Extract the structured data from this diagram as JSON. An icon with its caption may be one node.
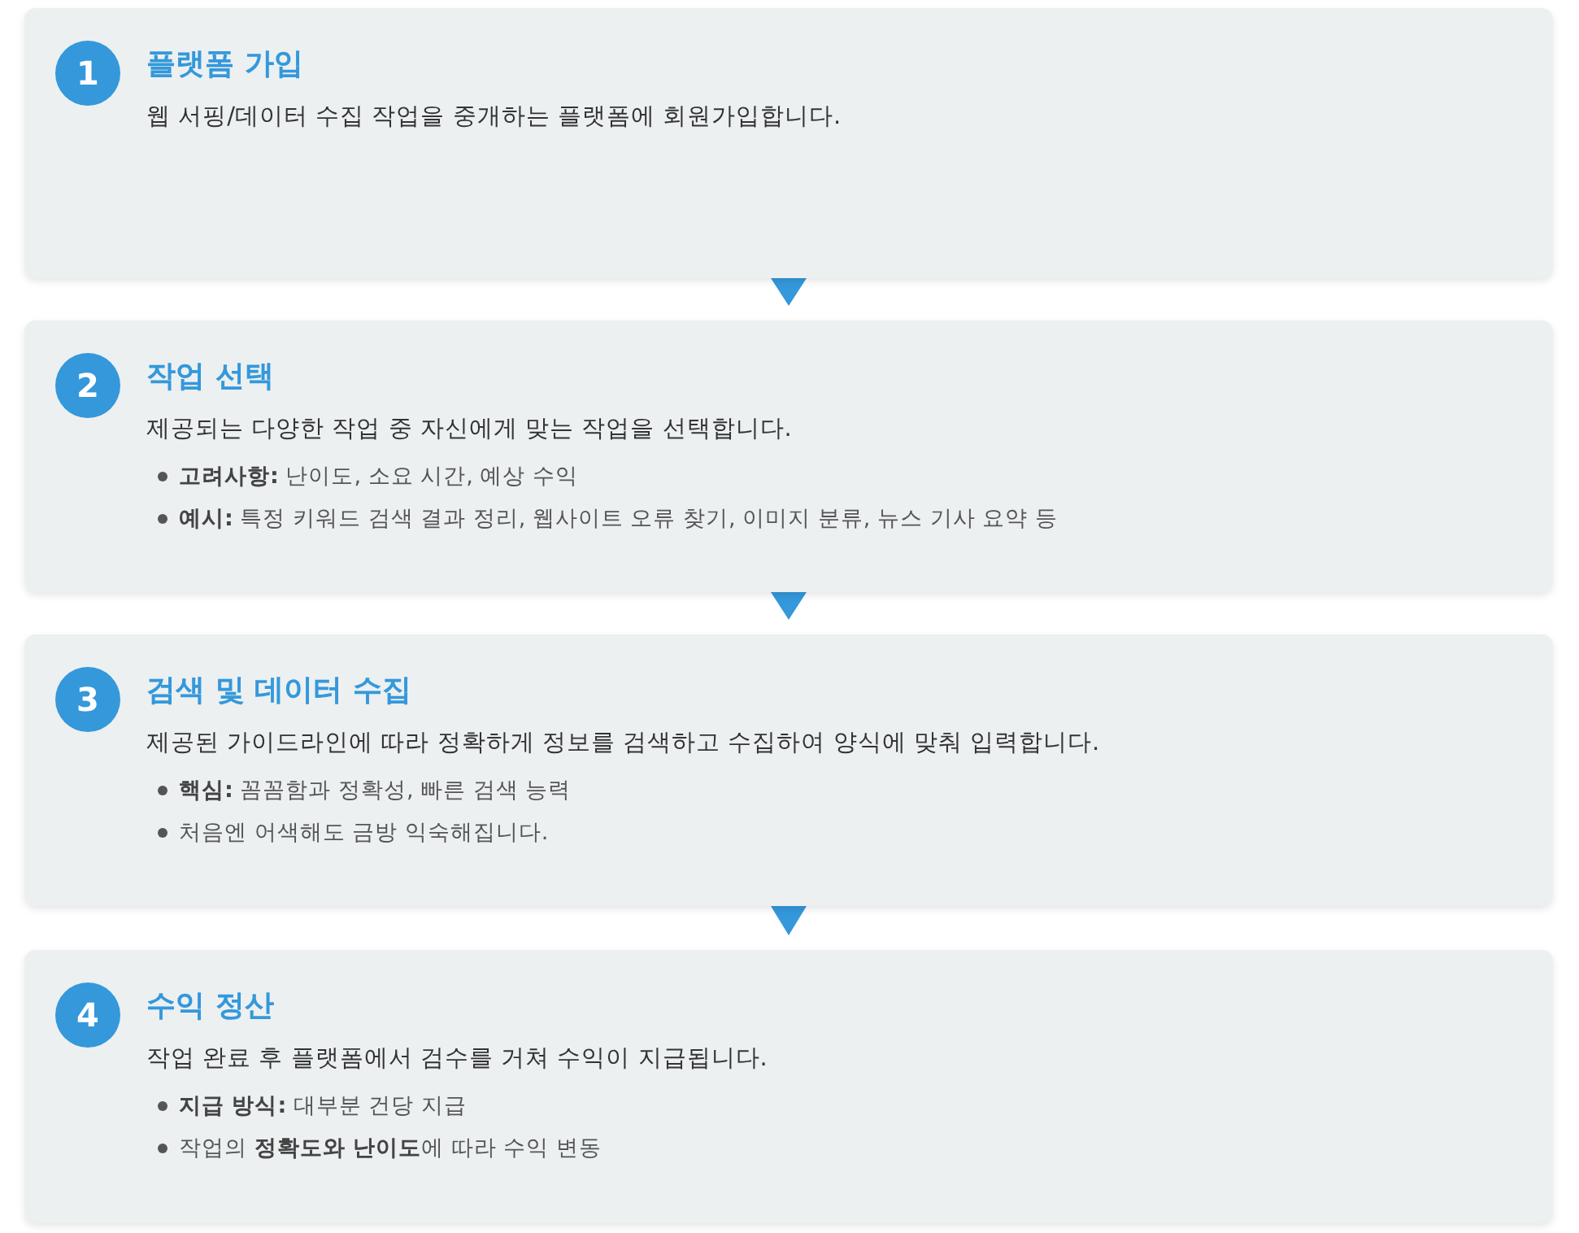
{
  "diagram": {
    "nodes": [
      {
        "text": [
          "플랫폼 가입",
          "웹 서핑/데이터 수집 작업을 중개하는 플랫폼에 회원가입합니다."
        ]
      },
      {
        "text": [
          "1"
        ],
        "in": 0
      },
      {
        "text": [
          "작업 선택",
          "제공되는 다양한 작업 중 자신에게 맞는 작업을 선택합니다.",
          "**고려사항:** 난이도, 소요 시간, 예상 수익",
          "**예시:** 특정 키워드 검색 결과 정리, 웹사이트 오류 찾기, 이미지 분류, 뉴스 기사 요약 등"
        ]
      },
      {
        "text": [
          "2"
        ],
        "in": 2
      },
      {
        "text": [
          "검색 및 데이터 수집",
          "제공된 가이드라인에 따라 정확하게 정보를 검색하고 수집하여 양식에 맞춰 입력합니다.",
          "**핵심:** 꼼꼼함과 정확성, 빠른 검색 능력",
          "처음엔 어색해도 금방 익숙해집니다."
        ]
      },
      {
        "text": [
          "3"
        ],
        "in": 4
      },
      {
        "text": [
          "수익 정산",
          "작업 완료 후 플랫폼에서 검수를 거쳐 수익이 지급됩니다.",
          "**지급 방식:** 대부분 건당 지급",
          "작업의 **정확도와 난이도**에 따라 수익 변동"
        ]
      },
      {
        "text": [
          "4"
        ],
        "in": 6
      }
    ],
    "edges": [
      {
        "from": 0,
        "to": 2,
        "arrow": "to"
      },
      {
        "from": 2,
        "to": 4,
        "arrow": "to"
      },
      {
        "from": 4,
        "to": 6,
        "arrow": "to"
      }
    ]
  }
}
